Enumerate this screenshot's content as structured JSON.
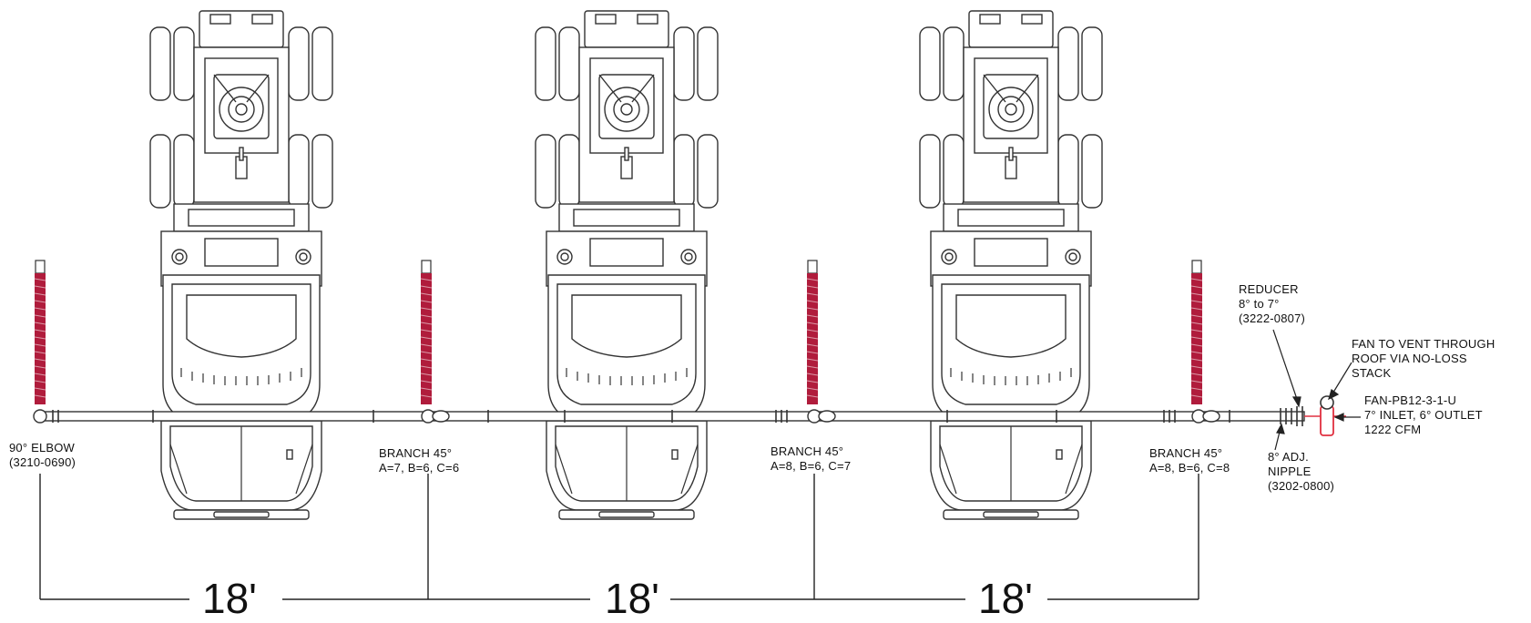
{
  "labels": {
    "elbow": [
      "90° ELBOW",
      "(3210-0690)"
    ],
    "branch1": [
      "BRANCH 45°",
      "A=7, B=6, C=6"
    ],
    "branch2": [
      "BRANCH 45°",
      "A=8, B=6, C=7"
    ],
    "branch3": [
      "BRANCH 45°",
      "A=8, B=6, C=8"
    ],
    "reducer": [
      "REDUCER",
      "8° to 7°",
      "(3222-0807)"
    ],
    "nipple": [
      "8° ADJ.",
      "NIPPLE",
      "(3202-0800)"
    ],
    "fan_vent": [
      "FAN TO VENT THROUGH",
      "ROOF VIA NO-LOSS",
      "STACK"
    ],
    "fan_model": [
      "FAN-PB12-3-1-U",
      "7° INLET, 6° OUTLET",
      "1222 CFM"
    ]
  },
  "dimensions": [
    "18'",
    "18'",
    "18'"
  ],
  "colors": {
    "hose": "#b01c3c",
    "line": "#333333",
    "fan": "#e03040"
  }
}
